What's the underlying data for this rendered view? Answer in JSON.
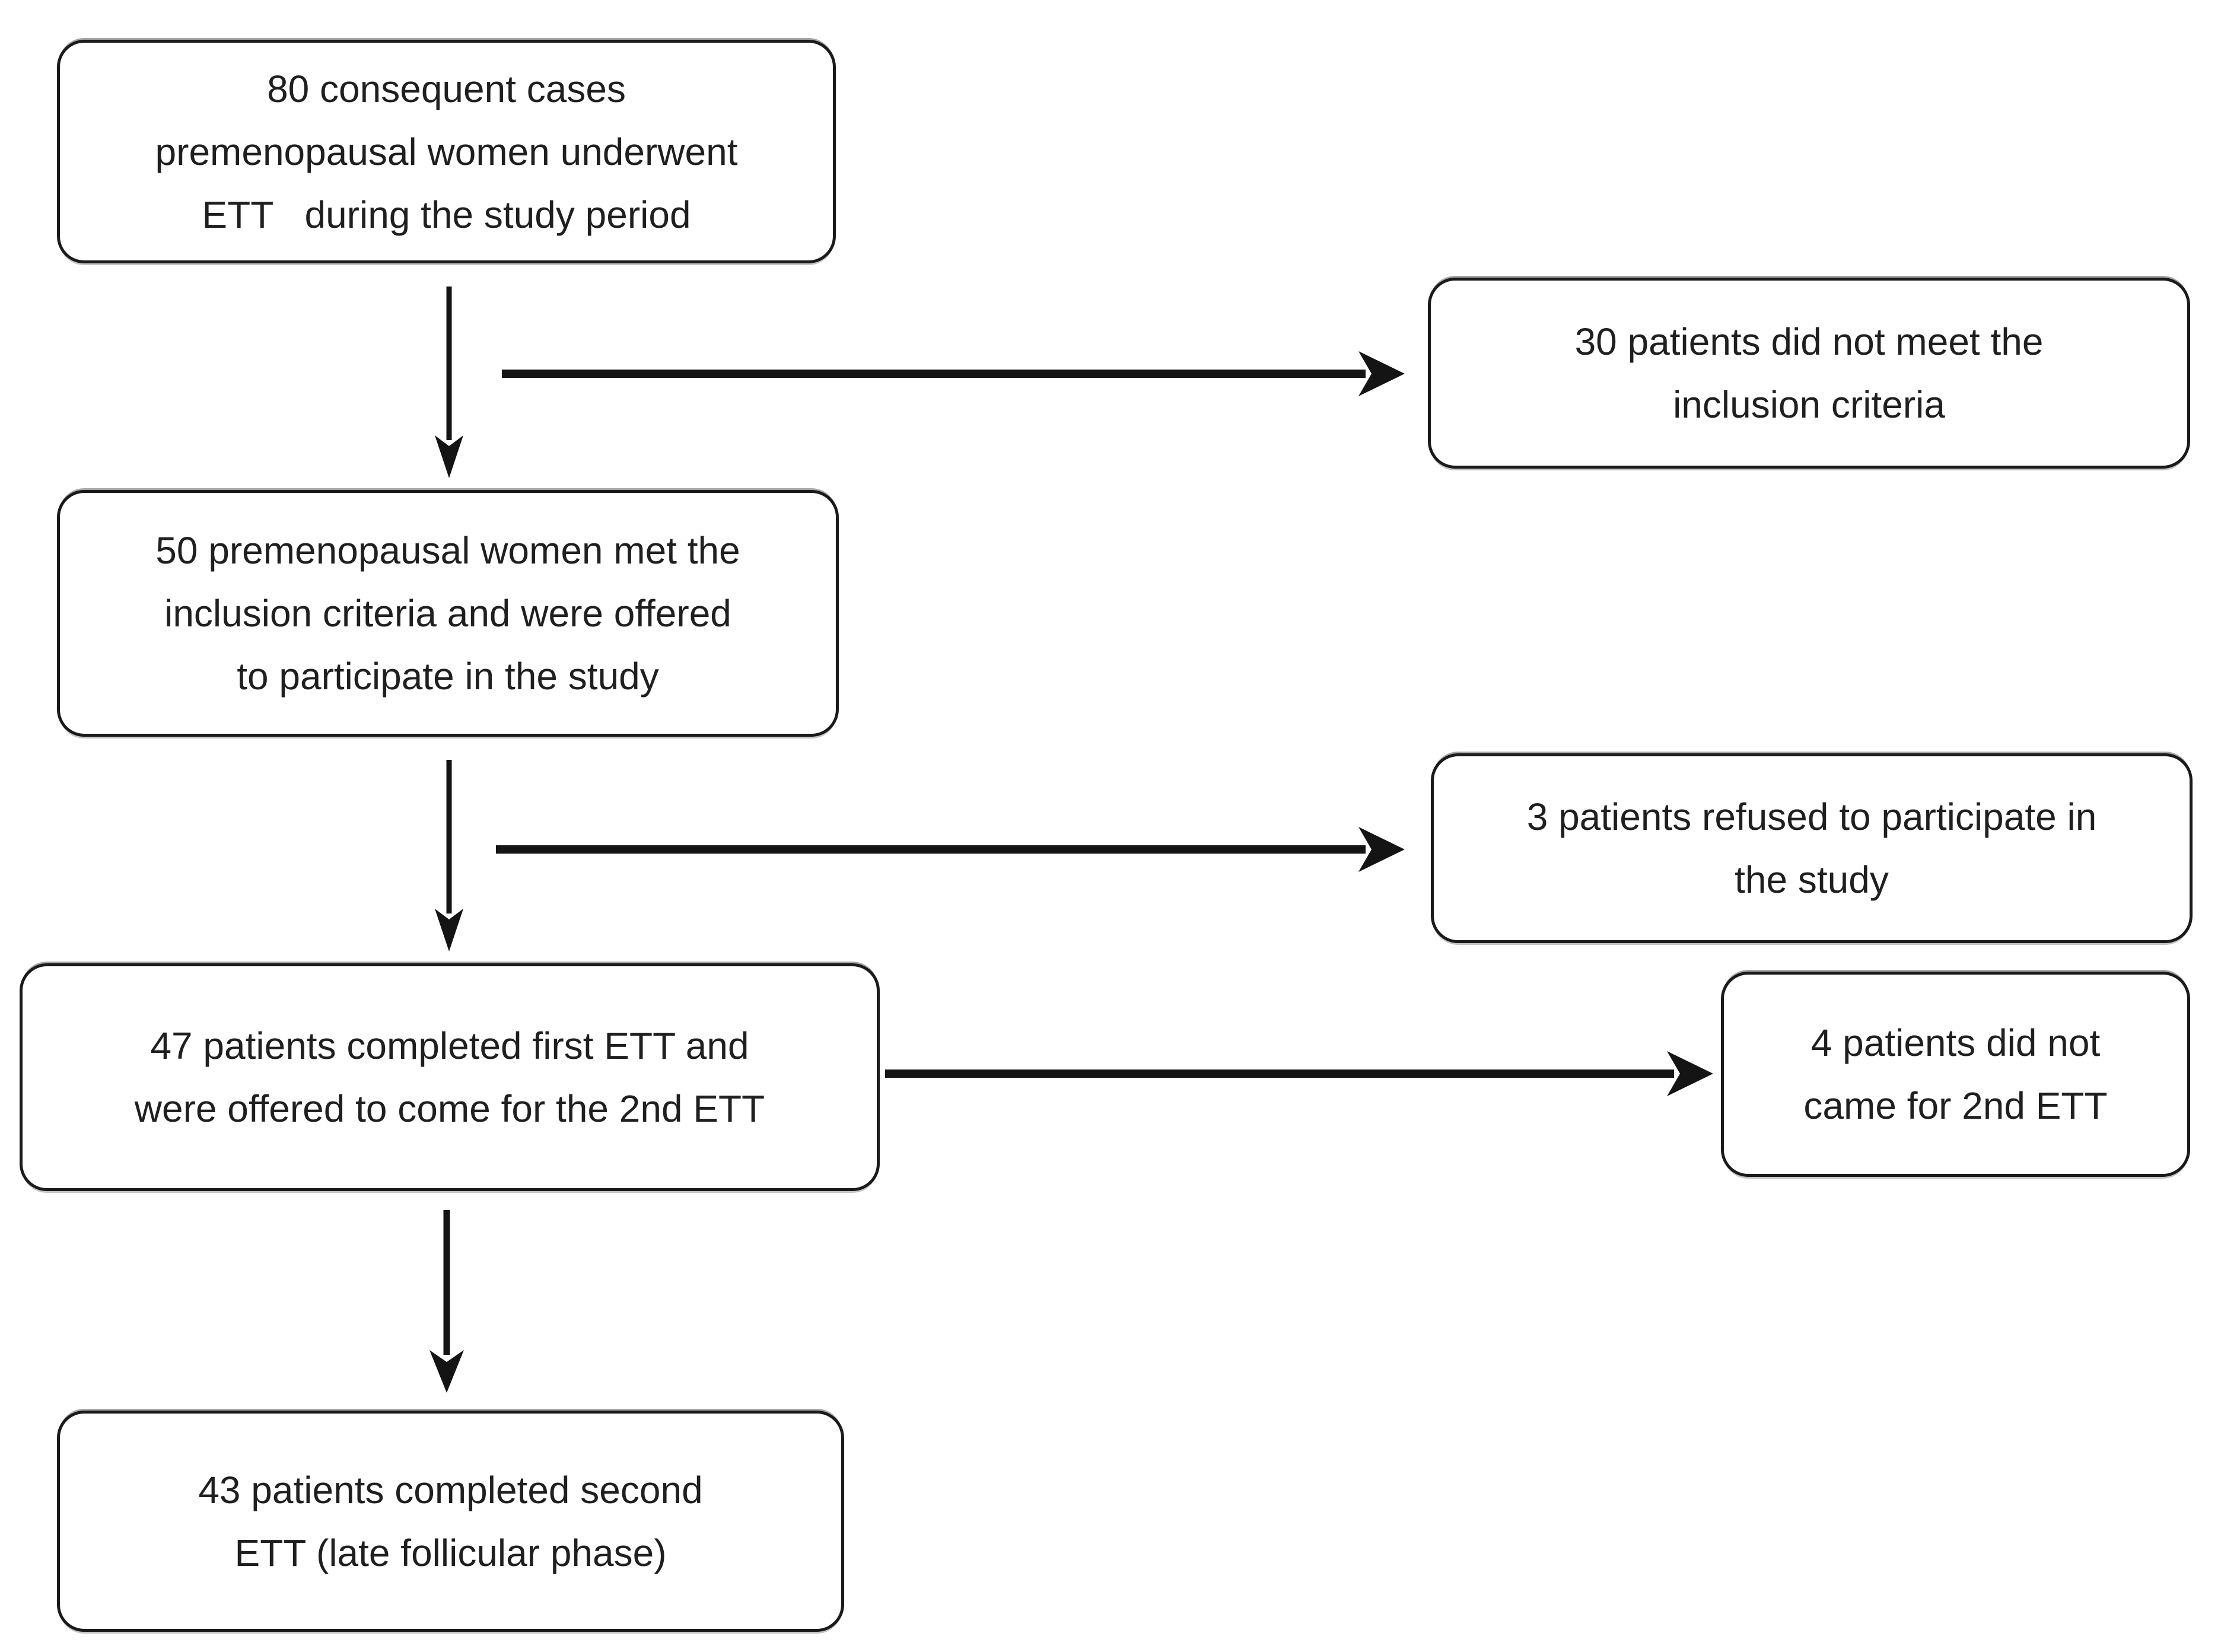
{
  "diagram_title": "Patient flow diagram (ETT study)",
  "colors": {
    "ink": "#1a1a1a",
    "background": "#ffffff"
  },
  "boxes": {
    "enrolled": {
      "lines": [
        "80 consequent cases",
        "premenopausal women underwent",
        "ETT   during the study period"
      ]
    },
    "not_meet_criteria": {
      "lines": [
        "30 patients did not meet the",
        "inclusion criteria"
      ]
    },
    "met_criteria": {
      "lines": [
        "50 premenopausal women met the",
        "inclusion criteria and were offered",
        "to participate in the study"
      ]
    },
    "refused": {
      "lines": [
        "3 patients refused to participate in",
        "the study"
      ]
    },
    "completed_first": {
      "lines": [
        "47 patients completed first ETT and",
        "were offered to come for the 2nd ETT"
      ]
    },
    "no_show_second": {
      "lines": [
        "4 patients did not",
        "came for 2nd ETT"
      ]
    },
    "completed_second": {
      "lines": [
        "43 patients completed second",
        "ETT (late follicular phase)"
      ]
    }
  }
}
